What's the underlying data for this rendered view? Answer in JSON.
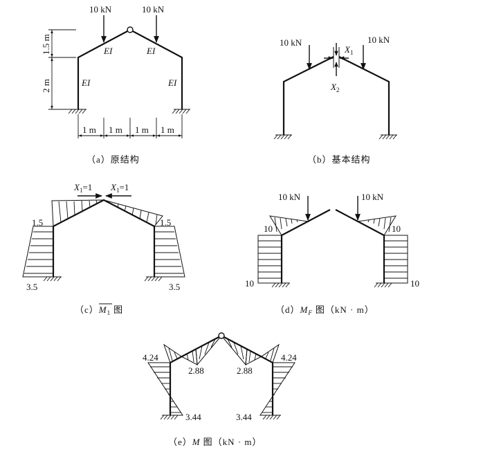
{
  "panels": {
    "a": {
      "caption": "（a）原结构",
      "loads": [
        "10 kN",
        "10 kN"
      ],
      "stiffness": [
        "EI",
        "EI",
        "EI",
        "EI"
      ],
      "dims_vertical": [
        "1.5 m",
        "2 m"
      ],
      "dims_horizontal": [
        "1 m",
        "1 m",
        "1 m",
        "1 m"
      ]
    },
    "b": {
      "caption": "（b）基本结构",
      "loads": [
        "10 kN",
        "10 kN"
      ],
      "unknown_1": "X",
      "unknown_1_sub": "1",
      "unknown_2": "X",
      "unknown_2_sub": "2"
    },
    "c": {
      "caption_prefix": "（c）",
      "caption_symbol": "M",
      "caption_sub": "1",
      "caption_suffix": "图",
      "unit_force_left": "X",
      "unit_force_left_sub": "1",
      "unit_force_left_val": "=1",
      "unit_force_right": "X",
      "unit_force_right_sub": "1",
      "unit_force_right_val": "=1",
      "values": {
        "left_top": "1.5",
        "right_top": "1.5",
        "left_base": "3.5",
        "right_base": "3.5"
      }
    },
    "d": {
      "caption_prefix": "（d）",
      "caption_symbol": "M",
      "caption_sub": "F",
      "caption_suffix": "图（kN · m）",
      "loads": [
        "10 kN",
        "10 kN"
      ],
      "values": {
        "left_top": "10",
        "right_top": "10",
        "left_base": "10",
        "right_base": "10"
      }
    },
    "e": {
      "caption_prefix": "（e）",
      "caption_symbol": "M",
      "caption_suffix": "图（kN · m）",
      "values": {
        "left_top": "4.24",
        "right_top": "4.24",
        "left_rafter": "2.88",
        "right_rafter": "2.88",
        "left_base": "3.44",
        "right_base": "3.44"
      }
    }
  }
}
